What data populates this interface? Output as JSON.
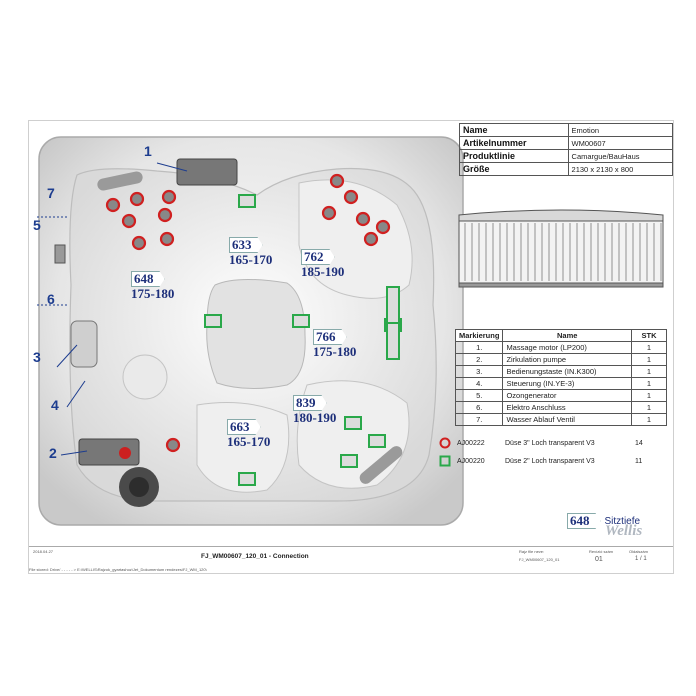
{
  "info": {
    "name_label": "Name",
    "name_value": "Emotion",
    "article_label": "Artikelnummer",
    "article_value": "WM00607",
    "line_label": "Produktlinie",
    "line_value": "Camargue/BauHaus",
    "size_label": "Größe",
    "size_value": "2130 x 2130 x 800"
  },
  "parts": {
    "headers": [
      "Markierung",
      "Name",
      "STK"
    ],
    "rows": [
      {
        "mark": "1.",
        "name": "Massage motor (LP200)",
        "qty": "1"
      },
      {
        "mark": "2.",
        "name": "Zirkulation pumpe",
        "qty": "1"
      },
      {
        "mark": "3.",
        "name": "Bedienungstaste (IN.K300)",
        "qty": "1"
      },
      {
        "mark": "4.",
        "name": "Steuerung (IN.YE-3)",
        "qty": "1"
      },
      {
        "mark": "5.",
        "name": "Ozongenerator",
        "qty": "1"
      },
      {
        "mark": "6.",
        "name": "Elektro Anschluss",
        "qty": "1"
      },
      {
        "mark": "7.",
        "name": "Wasser Ablauf Ventil",
        "qty": "1"
      }
    ]
  },
  "symbols": [
    {
      "code": "AJ00222",
      "name": "Düse 3\" Loch transparent V3",
      "qty": "14",
      "color": "#d02020"
    },
    {
      "code": "AJ00220",
      "name": "Düse 2\" Loch transparent V3",
      "qty": "11",
      "color": "#2aa84a"
    }
  ],
  "seat_depth": {
    "code": "648",
    "label": "Sitztiefe"
  },
  "callouts": [
    "1",
    "2",
    "3",
    "4",
    "5",
    "6",
    "7"
  ],
  "seats": [
    {
      "code": "648",
      "depth": "175-180"
    },
    {
      "code": "633",
      "depth": "165-170"
    },
    {
      "code": "762",
      "depth": "185-190"
    },
    {
      "code": "766",
      "depth": "175-180"
    },
    {
      "code": "839",
      "depth": "180-190"
    },
    {
      "code": "663",
      "depth": "165-170"
    }
  ],
  "footer": {
    "title": "FJ_WM00607_120_01 - Connection",
    "rajz_label": "Rajz file neve:",
    "rajz_value": "FJ_WM00607_120_01",
    "rev_label": "Revízió szám",
    "rev_value": "01",
    "page_label": "Oldalszám",
    "page_value": "1 / 1",
    "date_value": "2018.04.27",
    "path": "File stored: Drive/ - - - - - > E:\\WELLIS\\Rajzok_gyartashoz\\Jet_Dokumentum rendezes\\FJ_WM_120\\",
    "brand": "Wellis"
  },
  "colors": {
    "jet_large": "#d02020",
    "jet_small": "#2aa84a",
    "text_blue": "#1d2f7a"
  }
}
